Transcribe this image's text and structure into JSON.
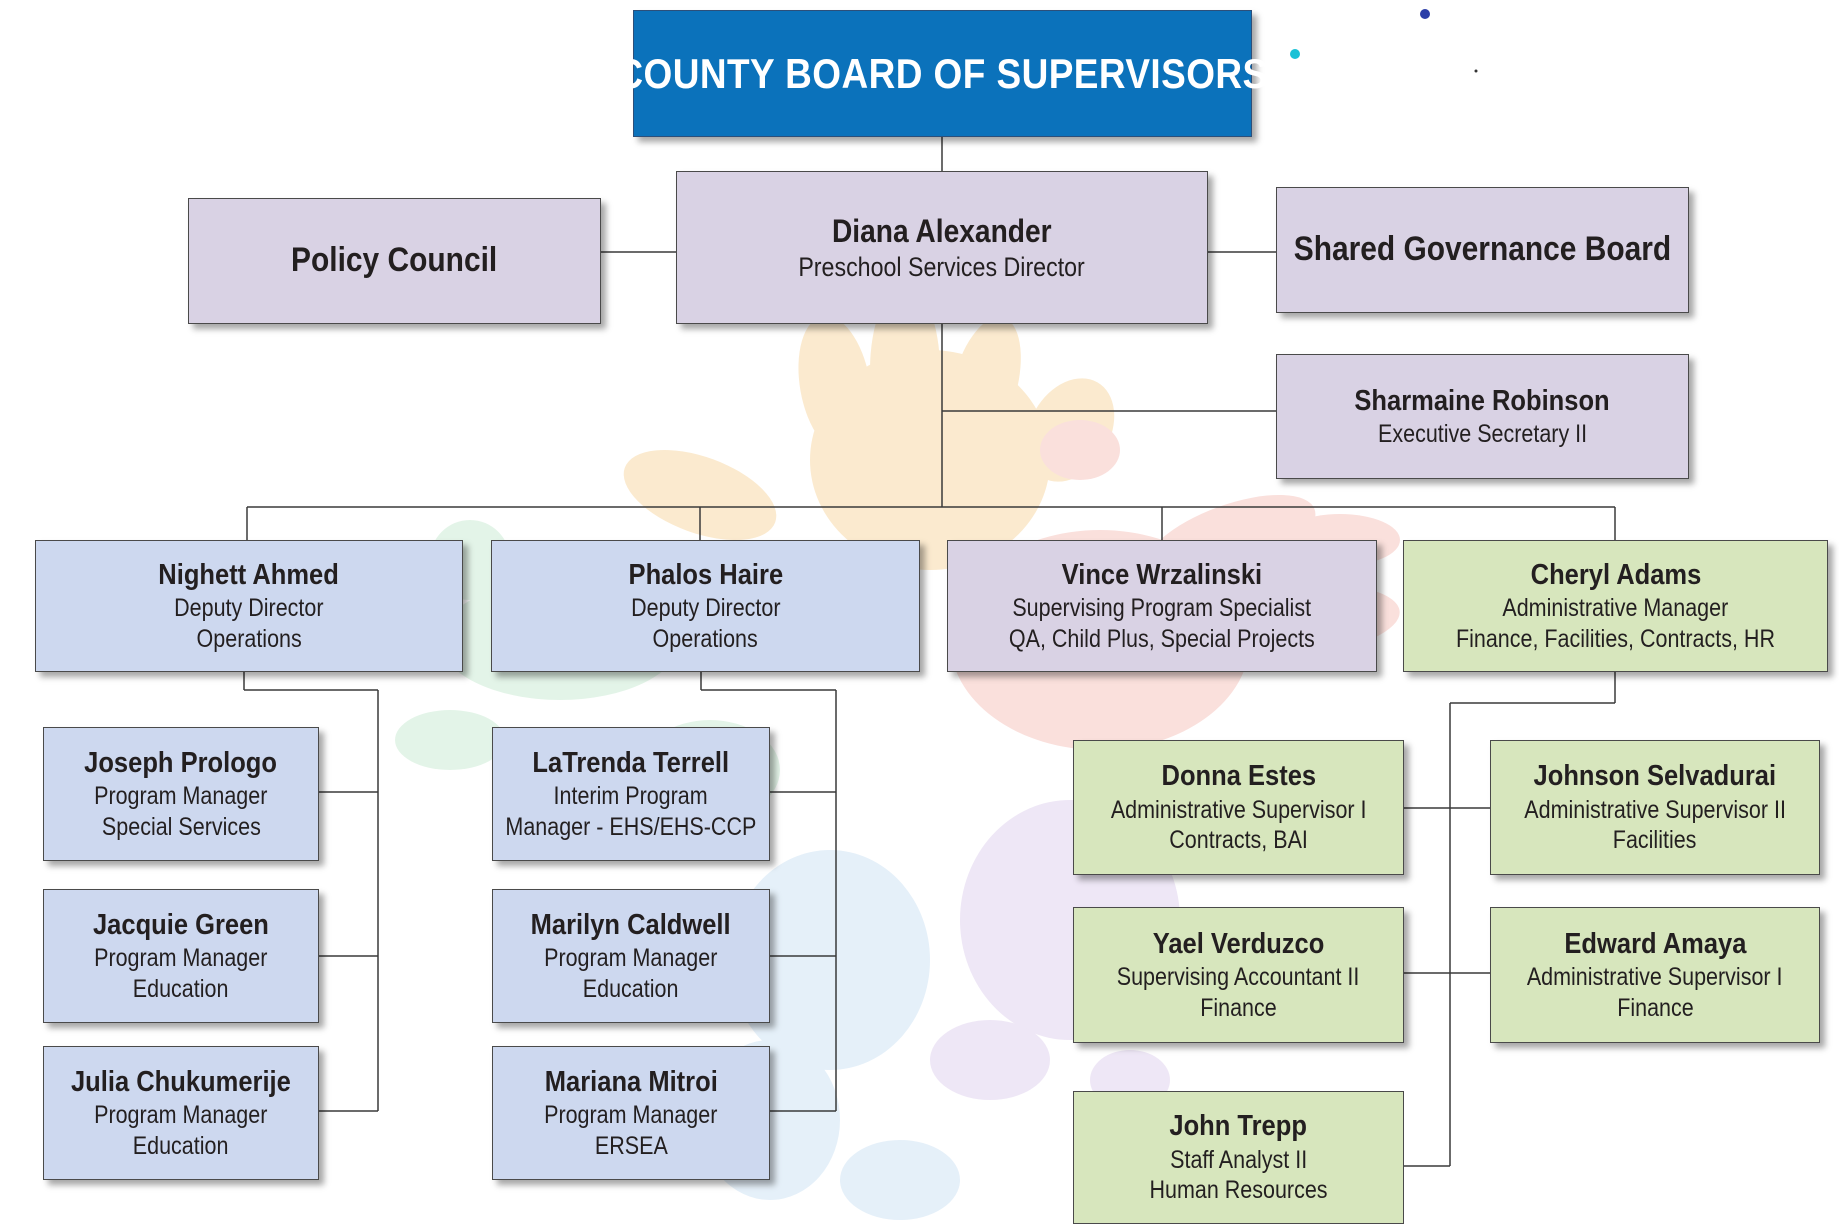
{
  "board": {
    "title": "COUNTY BOARD OF SUPERVISORS"
  },
  "policy_council": {
    "title": "Policy Council"
  },
  "director": {
    "name": "Diana Alexander",
    "title": "Preschool Services Director"
  },
  "shared_governance": {
    "title": "Shared Governance Board"
  },
  "exec_secretary": {
    "name": "Sharmaine Robinson",
    "title": "Executive Secretary II"
  },
  "deputies": [
    {
      "name": "Nighett Ahmed",
      "line1": "Deputy Director",
      "line2": "Operations"
    },
    {
      "name": "Phalos Haire",
      "line1": "Deputy Director",
      "line2": "Operations"
    },
    {
      "name": "Vince Wrzalinski",
      "line1": "Supervising Program Specialist",
      "line2": "QA, Child Plus, Special Projects"
    },
    {
      "name": "Cheryl Adams",
      "line1": "Administrative Manager",
      "line2": "Finance, Facilities, Contracts, HR"
    }
  ],
  "ahmed_reports": [
    {
      "name": "Joseph Prologo",
      "line1": "Program Manager",
      "line2": "Special Services"
    },
    {
      "name": "Jacquie Green",
      "line1": "Program Manager",
      "line2": "Education"
    },
    {
      "name": "Julia Chukumerije",
      "line1": "Program Manager",
      "line2": "Education"
    }
  ],
  "haire_reports": [
    {
      "name": "LaTrenda Terrell",
      "line1": "Interim Program",
      "line2": "Manager - EHS/EHS-CCP"
    },
    {
      "name": "Marilyn Caldwell",
      "line1": "Program Manager",
      "line2": "Education"
    },
    {
      "name": "Mariana Mitroi",
      "line1": "Program Manager",
      "line2": "ERSEA"
    }
  ],
  "adams_reports": [
    {
      "name": "Donna Estes",
      "line1": "Administrative Supervisor I",
      "line2": "Contracts, BAI"
    },
    {
      "name": "Johnson Selvadurai",
      "line1": "Administrative Supervisor II",
      "line2": "Facilities"
    },
    {
      "name": "Yael Verduzco",
      "line1": "Supervising Accountant II",
      "line2": "Finance"
    },
    {
      "name": "Edward Amaya",
      "line1": "Administrative Supervisor I",
      "line2": "Finance"
    },
    {
      "name": "John Trepp",
      "line1": "Staff Analyst II",
      "line2": "Human Resources"
    }
  ],
  "colors": {
    "board": "#0b72bb",
    "purple_box": "#d9d2e4",
    "blue_box": "#cdd8ef",
    "green_box": "#d7e6bd",
    "connector": "#3a3a3a"
  }
}
